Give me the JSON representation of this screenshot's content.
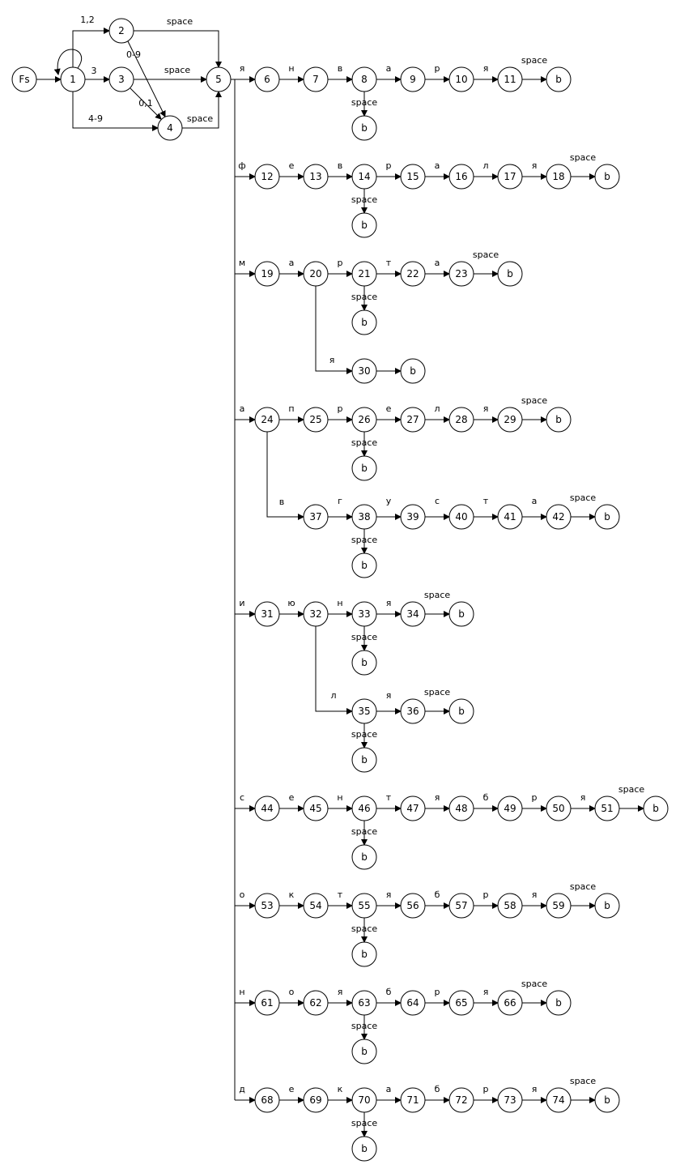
{
  "diagram": {
    "type": "state-machine",
    "start_state": "Fs",
    "states": [
      "Fs",
      "1",
      "2",
      "3",
      "4",
      "5",
      "6",
      "7",
      "8",
      "9",
      "10",
      "11",
      "12",
      "13",
      "14",
      "15",
      "16",
      "17",
      "18",
      "19",
      "20",
      "21",
      "22",
      "23",
      "24",
      "25",
      "26",
      "27",
      "28",
      "29",
      "30",
      "31",
      "32",
      "33",
      "34",
      "35",
      "36",
      "37",
      "38",
      "39",
      "40",
      "41",
      "42",
      "44",
      "45",
      "46",
      "47",
      "48",
      "49",
      "50",
      "51",
      "53",
      "54",
      "55",
      "56",
      "57",
      "58",
      "59",
      "61",
      "62",
      "63",
      "64",
      "65",
      "66",
      "68",
      "69",
      "70",
      "71",
      "72",
      "73",
      "74",
      "b"
    ],
    "edge_labels": {
      "e_1_2": "1,2",
      "e_1_3": "3",
      "e_1_4": "4-9",
      "e_2_5": "space",
      "e_2_4": "0-9",
      "e_3_5": "space",
      "e_3_4": "0,1",
      "e_4_5": "space",
      "r1_0": "я",
      "r1_1": "н",
      "r1_2": "в",
      "r1_3": "а",
      "r1_4": "р",
      "r1_5": "я",
      "r1_b": "space",
      "r1_s": "space",
      "r2_0": "ф",
      "r2_1": "е",
      "r2_2": "в",
      "r2_3": "р",
      "r2_4": "а",
      "r2_5": "л",
      "r2_6": "я",
      "r2_b": "space",
      "r2_s": "space",
      "r3_0": "м",
      "r3_1": "а",
      "r3_2": "р",
      "r3_3": "т",
      "r3_4": "а",
      "r3_b": "space",
      "r3_s": "space",
      "r3_br": "я",
      "r4_0": "а",
      "r4_1": "п",
      "r4_2": "р",
      "r4_3": "е",
      "r4_4": "л",
      "r4_5": "я",
      "r4_b": "space",
      "r4_s": "space",
      "r5_0": "в",
      "r5_1": "г",
      "r5_2": "у",
      "r5_3": "с",
      "r5_4": "т",
      "r5_5": "а",
      "r5_b": "space",
      "r5_s": "space",
      "r6_0": "и",
      "r6_1": "ю",
      "r6_2": "н",
      "r6_3": "я",
      "r6_b": "space",
      "r6_s": "space",
      "r7_0": "л",
      "r7_1": "я",
      "r7_b": "space",
      "r7_s": "space",
      "r8_0": "с",
      "r8_1": "е",
      "r8_2": "н",
      "r8_3": "т",
      "r8_4": "я",
      "r8_5": "б",
      "r8_6": "р",
      "r8_7": "я",
      "r8_b": "space",
      "r8_s": "space",
      "r9_0": "о",
      "r9_1": "к",
      "r9_2": "т",
      "r9_3": "я",
      "r9_4": "б",
      "r9_5": "р",
      "r9_6": "я",
      "r9_b": "space",
      "r9_s": "space",
      "r10_0": "н",
      "r10_1": "о",
      "r10_2": "я",
      "r10_3": "б",
      "r10_4": "р",
      "r10_5": "я",
      "r10_b": "space",
      "r10_s": "space",
      "r11_0": "д",
      "r11_1": "е",
      "r11_2": "к",
      "r11_3": "а",
      "r11_4": "б",
      "r11_5": "р",
      "r11_6": "я",
      "r11_b": "space",
      "r11_s": "space"
    }
  }
}
